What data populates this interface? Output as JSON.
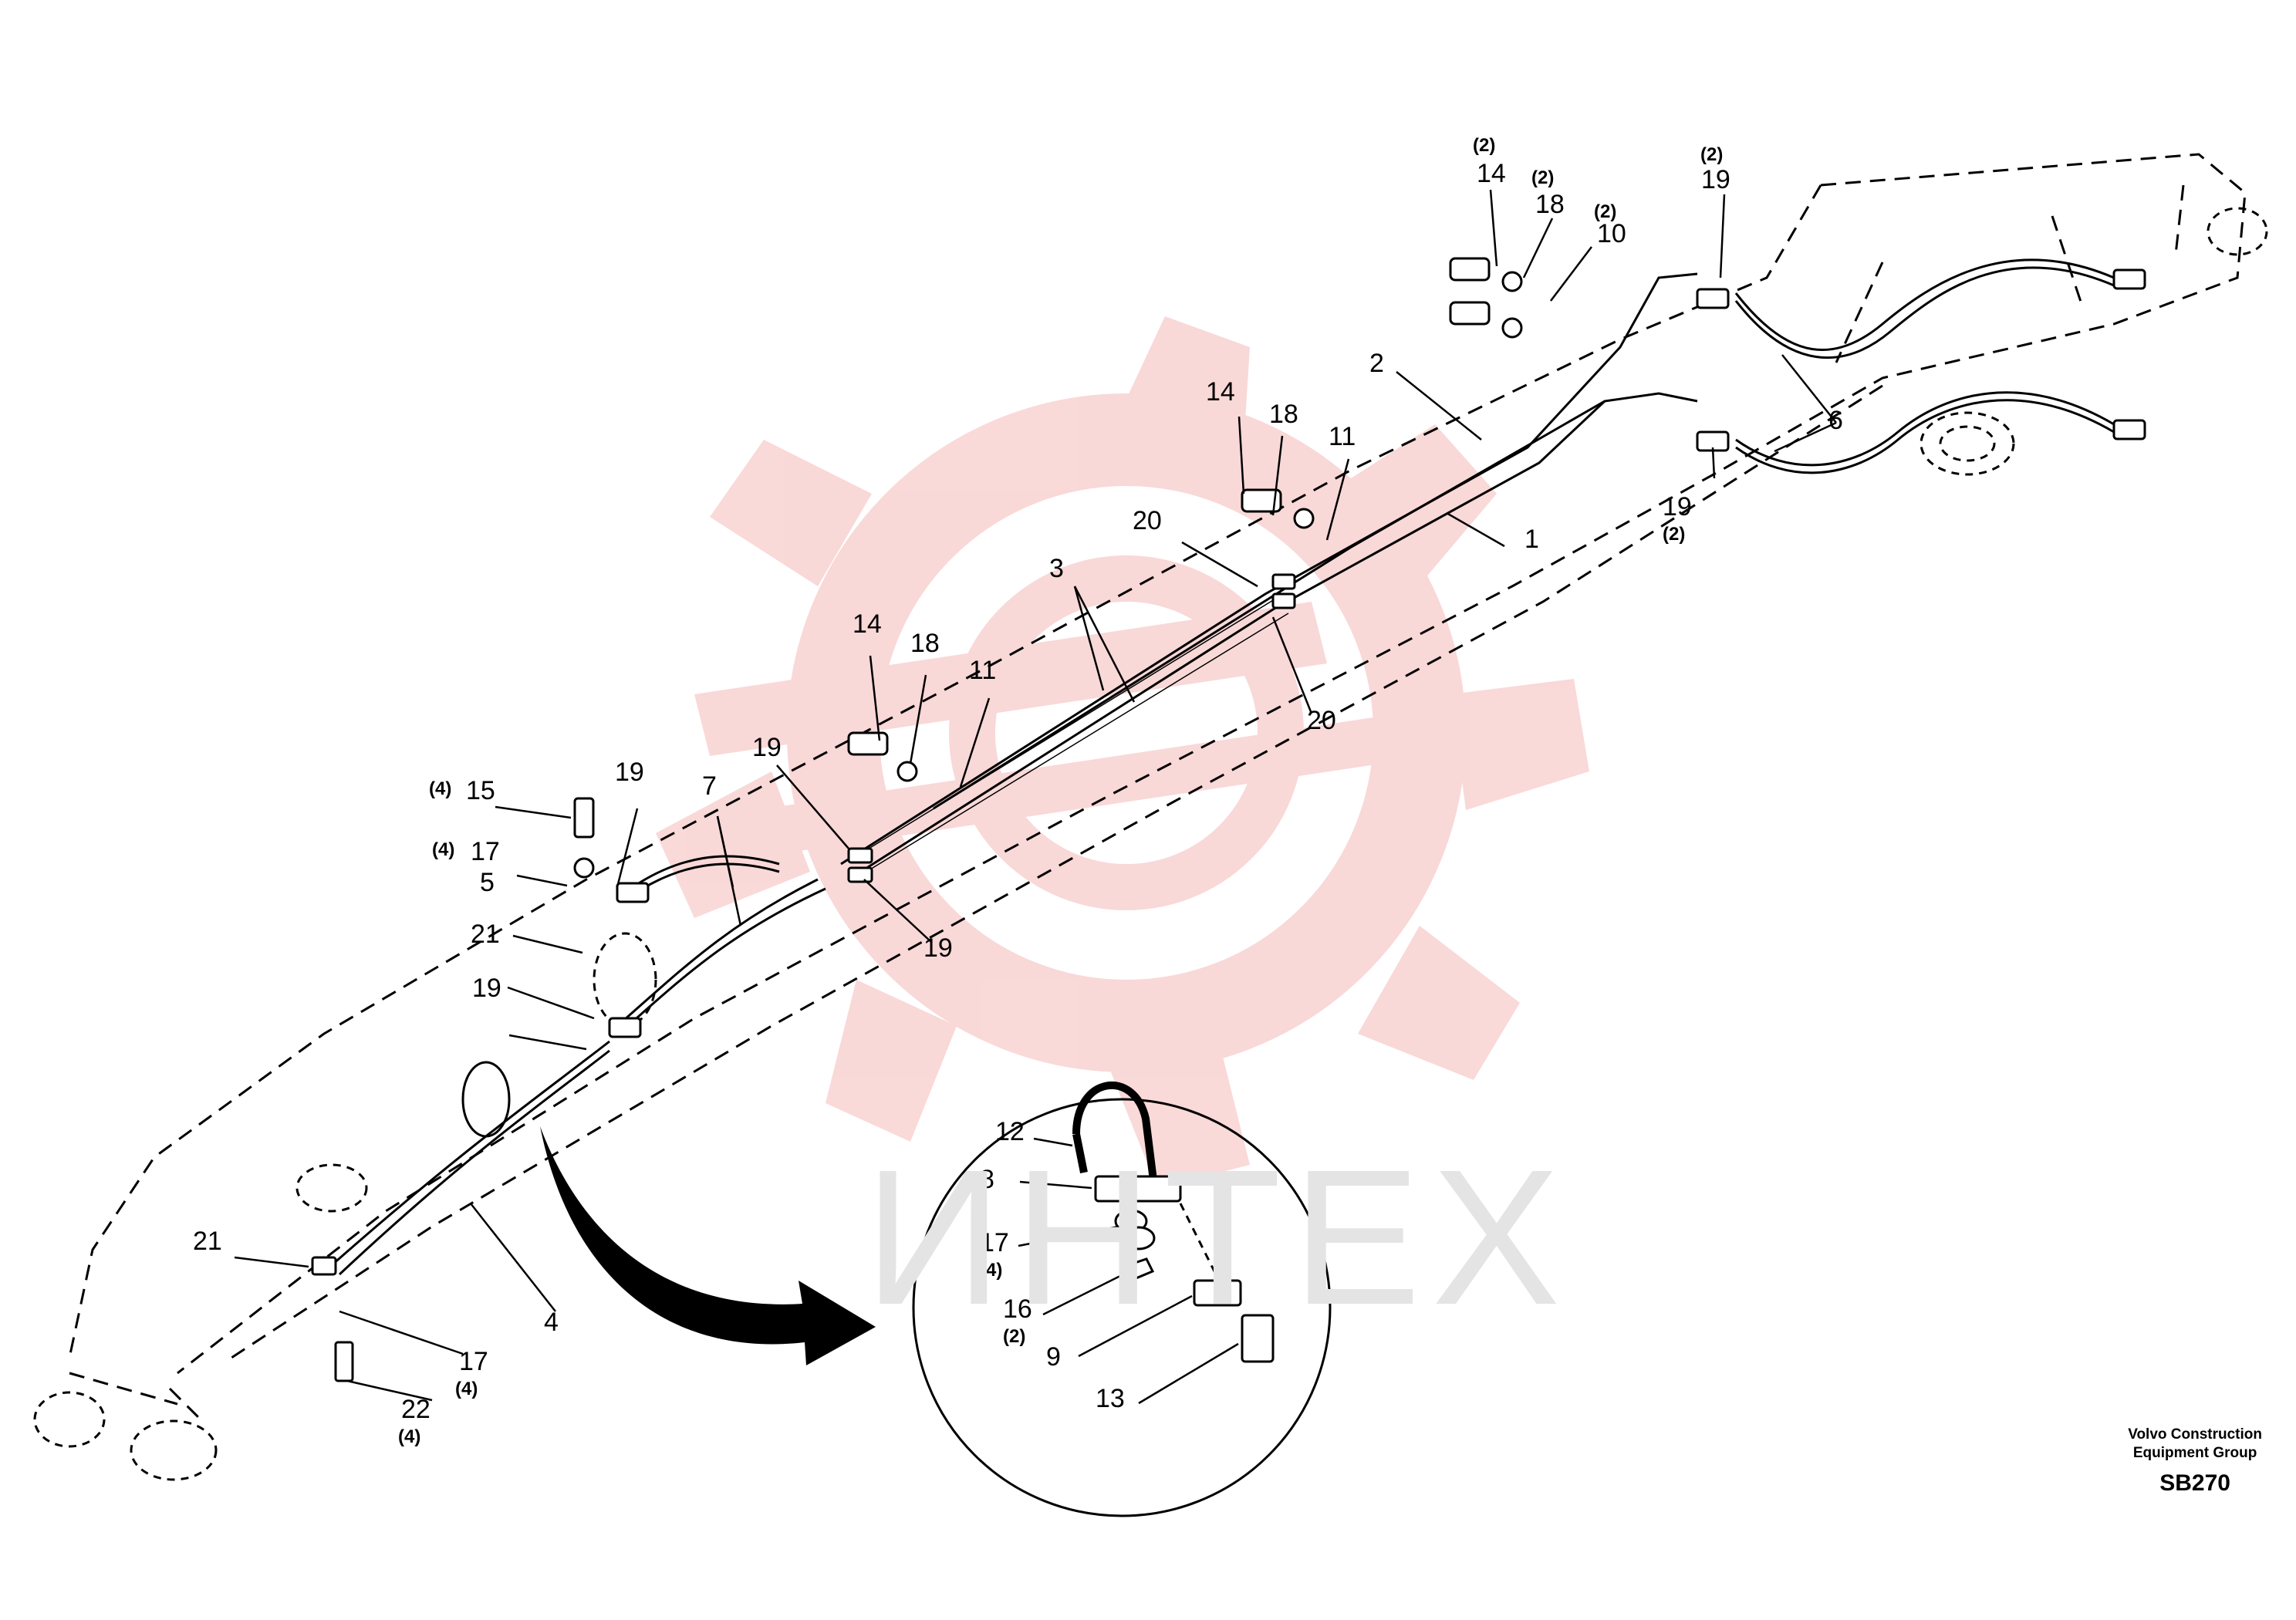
{
  "callouts": [
    {
      "num": "14",
      "qty": "(2)"
    },
    {
      "num": "18",
      "qty": "(2)"
    },
    {
      "num": "10",
      "qty": "(2)"
    },
    {
      "num": "19",
      "qty": "(2)"
    },
    {
      "num": "2",
      "qty": ""
    },
    {
      "num": "6",
      "qty": ""
    },
    {
      "num": "1",
      "qty": ""
    },
    {
      "num": "19",
      "qty": "(2)"
    },
    {
      "num": "14",
      "qty": ""
    },
    {
      "num": "18",
      "qty": ""
    },
    {
      "num": "11",
      "qty": ""
    },
    {
      "num": "20",
      "qty": ""
    },
    {
      "num": "20",
      "qty": ""
    },
    {
      "num": "3",
      "qty": ""
    },
    {
      "num": "14",
      "qty": ""
    },
    {
      "num": "18",
      "qty": ""
    },
    {
      "num": "11",
      "qty": ""
    },
    {
      "num": "19",
      "qty": ""
    },
    {
      "num": "19",
      "qty": ""
    },
    {
      "num": "7",
      "qty": ""
    },
    {
      "num": "19",
      "qty": ""
    },
    {
      "num": "15",
      "qty": "(4)"
    },
    {
      "num": "17",
      "qty": "(4)"
    },
    {
      "num": "5",
      "qty": ""
    },
    {
      "num": "21",
      "qty": ""
    },
    {
      "num": "19",
      "qty": ""
    },
    {
      "num": "21",
      "qty": ""
    },
    {
      "num": "4",
      "qty": ""
    },
    {
      "num": "17",
      "qty": "(4)"
    },
    {
      "num": "22",
      "qty": "(4)"
    },
    {
      "num": "12",
      "qty": ""
    },
    {
      "num": "8",
      "qty": ""
    },
    {
      "num": "17",
      "qty": "(4)"
    },
    {
      "num": "16",
      "qty": "(2)"
    },
    {
      "num": "9",
      "qty": ""
    },
    {
      "num": "13",
      "qty": ""
    }
  ],
  "watermark": {
    "text": "ИНТЕХ",
    "color": "#f6c2c2"
  },
  "footer": {
    "line1": "Volvo Construction",
    "line2": "Equipment Group",
    "code": "SB270"
  },
  "colors": {
    "ink": "#000000",
    "watermark_gear": "#f8cccc",
    "watermark_text": "#e4e4e4"
  }
}
